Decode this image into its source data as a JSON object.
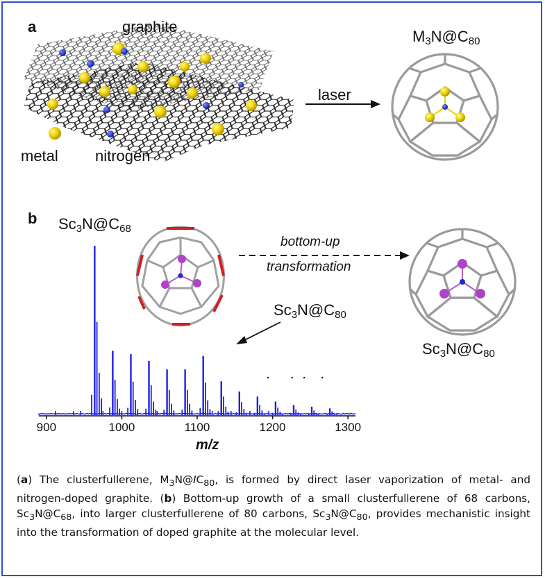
{
  "panel_a": {
    "label": "a",
    "graphite_label": "graphite",
    "metal_label": "metal",
    "nitrogen_label": "nitrogen",
    "laser_label": "laser",
    "product_prefix": "M",
    "product_sub1": "3",
    "product_mid": "N@C",
    "product_sub2": "80"
  },
  "panel_b": {
    "label": "b",
    "peak_top_prefix": "Sc",
    "peak_top_sub1": "3",
    "peak_top_mid": "N@C",
    "peak_top_sub2": "68",
    "arrow_label_line1": "bottom-up",
    "arrow_label_line2": "transformation",
    "peak_80_prefix": "Sc",
    "peak_80_sub1": "3",
    "peak_80_mid": "N@C",
    "peak_80_sub2": "80",
    "product_prefix": "Sc",
    "product_sub1": "3",
    "product_mid": "N@C",
    "product_sub2": "80"
  },
  "chart_data": {
    "type": "line",
    "xlabel": "m/z",
    "ylabel": "",
    "xlim": [
      890,
      1310
    ],
    "x_ticks": [
      "900",
      "1000",
      "1100",
      "1200",
      "1300"
    ],
    "peaks": [
      {
        "x": 964,
        "y": 1.0
      },
      {
        "x": 988,
        "y": 0.38
      },
      {
        "x": 1012,
        "y": 0.36
      },
      {
        "x": 1036,
        "y": 0.32
      },
      {
        "x": 1060,
        "y": 0.27
      },
      {
        "x": 1084,
        "y": 0.27
      },
      {
        "x": 1108,
        "y": 0.35
      },
      {
        "x": 1132,
        "y": 0.2
      },
      {
        "x": 1156,
        "y": 0.14
      },
      {
        "x": 1180,
        "y": 0.11
      },
      {
        "x": 1204,
        "y": 0.08
      },
      {
        "x": 1228,
        "y": 0.06
      },
      {
        "x": 1252,
        "y": 0.05
      },
      {
        "x": 1276,
        "y": 0.04
      }
    ],
    "color": "#1f1fe6"
  },
  "caption": {
    "a_bold": "a",
    "part1": ") The clusterfullerene, M",
    "part1_sub": "3",
    "part1b": "N@",
    "part1_italic": "I",
    "part1c": "C",
    "part1c_sub": "80",
    "part2": ", is formed by direct laser vaporization of metal- and nitrogen-doped graphite. (",
    "b_bold": "b",
    "part3": ") Bottom-up growth of a small clusterfullerene of 68 carbons, Sc",
    "part3_sub": "3",
    "part3b": "N@C",
    "part3b_sub": "68",
    "part4": ", into larger clusterfullerene of 80 carbons, Sc",
    "part4_sub": "3",
    "part4b": "N@C",
    "part4b_sub": "80",
    "part5": ", provides mechanistic insight into the  transformation of doped graphite at the molecular level."
  }
}
